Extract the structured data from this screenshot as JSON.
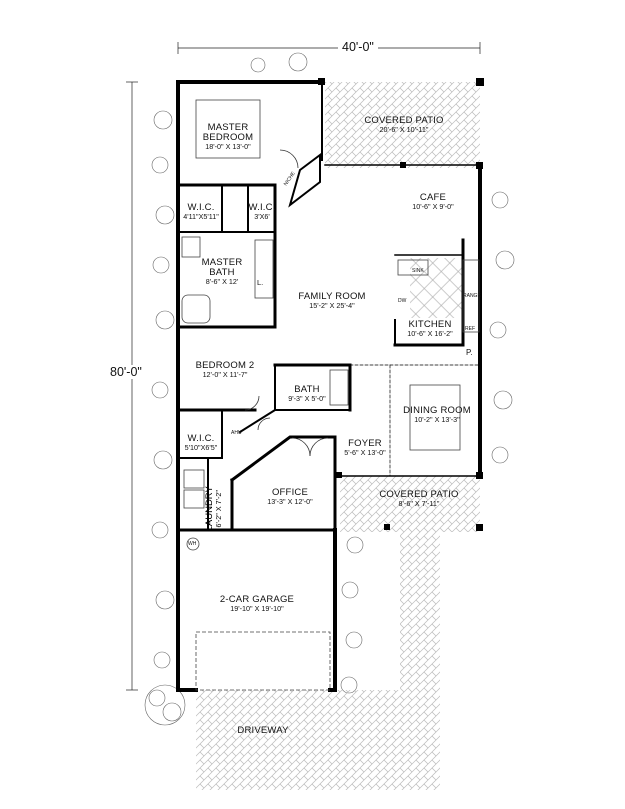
{
  "dimensions": {
    "width": "40'-0\"",
    "depth": "80'-0\""
  },
  "rooms": {
    "master_bedroom": {
      "name1": "MASTER",
      "name2": "BEDROOM",
      "dims": "18'-0\" X 13'-0\""
    },
    "covered_patio_top": {
      "name": "COVERED PATIO",
      "dims": "20'-6\" X 10'-11\""
    },
    "wic_master_left": {
      "name": "W.I.C.",
      "dims": "4'11\"X5'11\""
    },
    "wic_master_right": {
      "name": "W.I.C.",
      "dims": "3'X6'"
    },
    "cafe": {
      "name": "CAFE",
      "dims": "10'-6\" X 9'-0\""
    },
    "master_bath": {
      "name1": "MASTER",
      "name2": "BATH",
      "dims": "8'-6\" X 12'"
    },
    "family_room": {
      "name": "FAMILY ROOM",
      "dims": "15'-2\" X 25'-4\""
    },
    "kitchen": {
      "name": "KITCHEN",
      "dims": "10'-6\" X 16'-2\""
    },
    "bedroom2": {
      "name": "BEDROOM 2",
      "dims": "12'-0\" X 11'-7\""
    },
    "bath": {
      "name": "BATH",
      "dims": "9'-3\" X 5'-0\""
    },
    "dining_room": {
      "name": "DINING ROOM",
      "dims": "10'-2\" X 13'-3\""
    },
    "wic_bed2": {
      "name": "W.I.C.",
      "dims": "5'10\"X6'5\""
    },
    "foyer": {
      "name": "FOYER",
      "dims": "5'-6\" X 13'-0\""
    },
    "laundry": {
      "name": "LAUNDRY",
      "dims": "6'-2\" X 7'-2\""
    },
    "office": {
      "name": "OFFICE",
      "dims": "13'-3\" X 12'-0\""
    },
    "covered_patio_front": {
      "name": "COVERED PATIO",
      "dims": "8'-6\" X 7'-11\""
    },
    "garage": {
      "name": "2-CAR GARAGE",
      "dims": "19'-10\" X 19'-10\""
    },
    "driveway": {
      "name": "DRIVEWAY"
    }
  },
  "fixtures": {
    "linen": "L.",
    "pantry": "P.",
    "ahu": "AHU",
    "dw": "DW",
    "sink": "SINK",
    "range": "RANGE",
    "refrigerator": "REF",
    "water_heater": "WH",
    "niche": "NICHE"
  }
}
